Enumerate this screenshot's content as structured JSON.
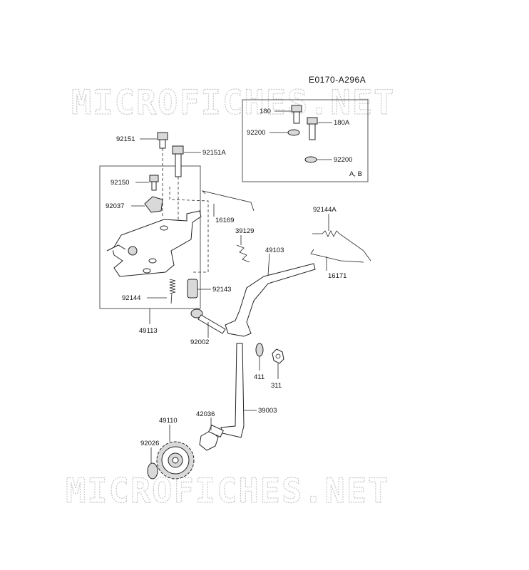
{
  "diagram_code": "E0170-A296A",
  "watermark": "MICROFICHES.NET",
  "kit_note": "A, B",
  "parts": {
    "p180": "180",
    "p180A": "180A",
    "p92200a": "92200",
    "p92200b": "92200",
    "p92151": "92151",
    "p92151A": "92151A",
    "p92150": "92150",
    "p92037": "92037",
    "p16169": "16169",
    "p39129": "39129",
    "p49103": "49103",
    "p92144A": "92144A",
    "p16171": "16171",
    "p92144": "92144",
    "p92143": "92143",
    "p49113": "49113",
    "p92002": "92002",
    "p411": "411",
    "p311": "311",
    "p39003": "39003",
    "p42036": "42036",
    "p49110": "49110",
    "p92026": "92026"
  }
}
